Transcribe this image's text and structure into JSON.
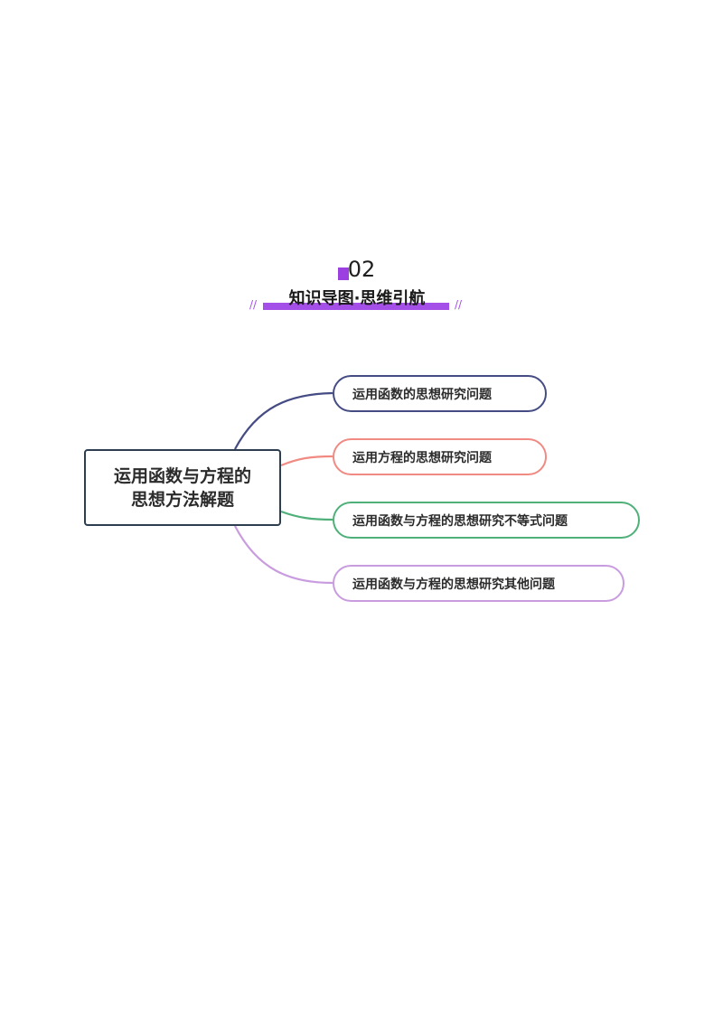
{
  "header": {
    "section_number": "02",
    "section_title": "知识导图·思维引航",
    "accent_color": "#a44fe8"
  },
  "mindmap": {
    "root": {
      "line1": "运用函数与方程的",
      "line2": "思想方法解题",
      "border_color": "#2c3e50"
    },
    "branches": [
      {
        "label": "运用函数的思想研究问题",
        "color": "#454c84"
      },
      {
        "label": "运用方程的思想研究问题",
        "color": "#f08a82"
      },
      {
        "label": "运用函数与方程的思想研究不等式问题",
        "color": "#4fb07a"
      },
      {
        "label": "运用函数与方程的思想研究其他问题",
        "color": "#c99ce0"
      }
    ]
  }
}
